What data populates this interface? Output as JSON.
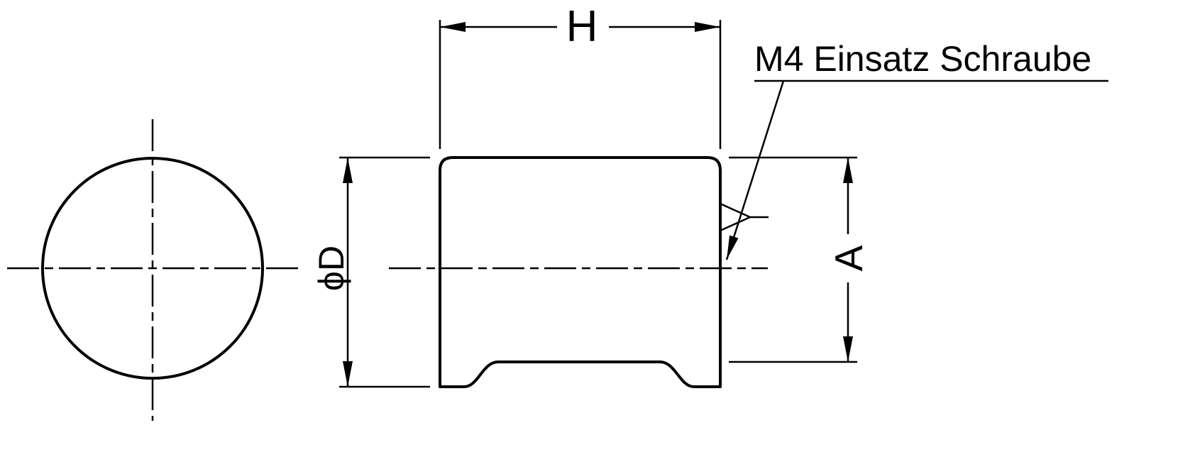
{
  "drawing": {
    "type": "technical-drawing",
    "background_color": "#ffffff",
    "line_color": "#000000",
    "labels": {
      "width_dimension": "H",
      "diameter_dimension": "ϕD",
      "depth_dimension": "A",
      "leader_note": "M4 Einsatz Schraube"
    }
  }
}
